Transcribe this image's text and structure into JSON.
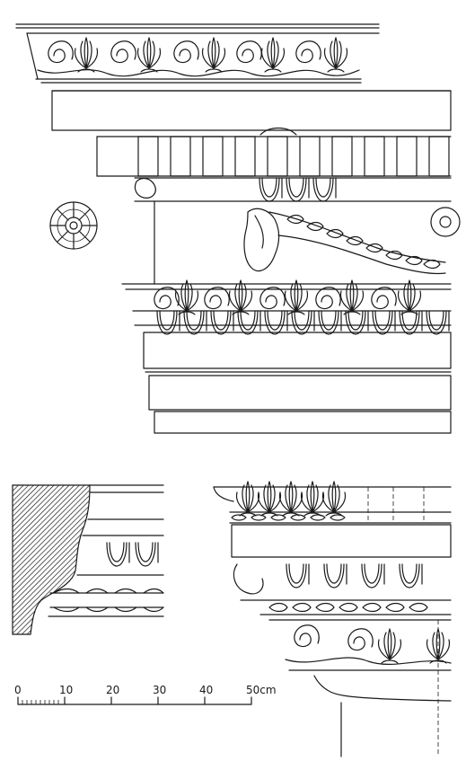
{
  "scale_bar": {
    "labels": [
      "0",
      "10",
      "20",
      "30",
      "40",
      "50cm"
    ]
  },
  "colors": {
    "ink": "#1a1a1a",
    "paper": "#ffffff"
  }
}
